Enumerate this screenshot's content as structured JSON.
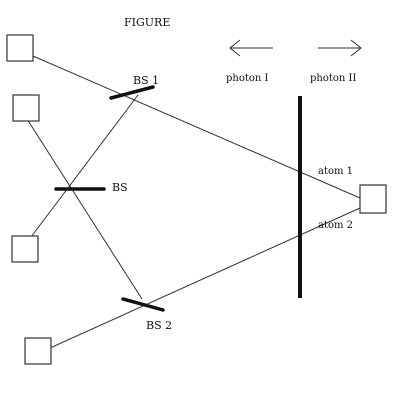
{
  "figure": {
    "title": "FIGURE",
    "photon_left_label": "photon I",
    "photon_right_label": "photon II",
    "arrow_left_icon": "arrow-left-icon",
    "arrow_right_icon": "arrow-right-icon",
    "beam_splitters": [
      {
        "label": "BS 1"
      },
      {
        "label": "BS"
      },
      {
        "label": "BS 2"
      }
    ],
    "atom_labels": [
      "atom 1",
      "atom 2"
    ],
    "detector_count": 5
  }
}
